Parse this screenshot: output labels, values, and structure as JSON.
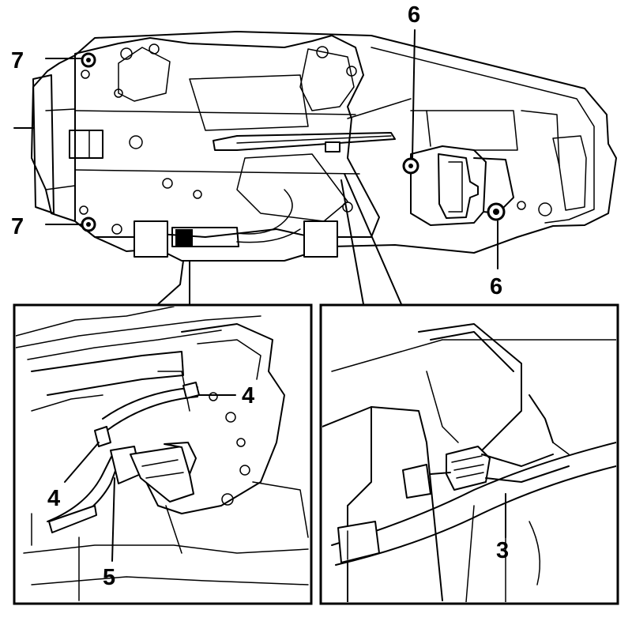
{
  "callouts": {
    "top_left_upper": "7",
    "top_left_lower": "7",
    "top_right_upper": "6",
    "top_right_lower": "6",
    "inset_left_a": "4",
    "inset_left_b": "4",
    "inset_left_c": "5",
    "inset_right": "3"
  }
}
